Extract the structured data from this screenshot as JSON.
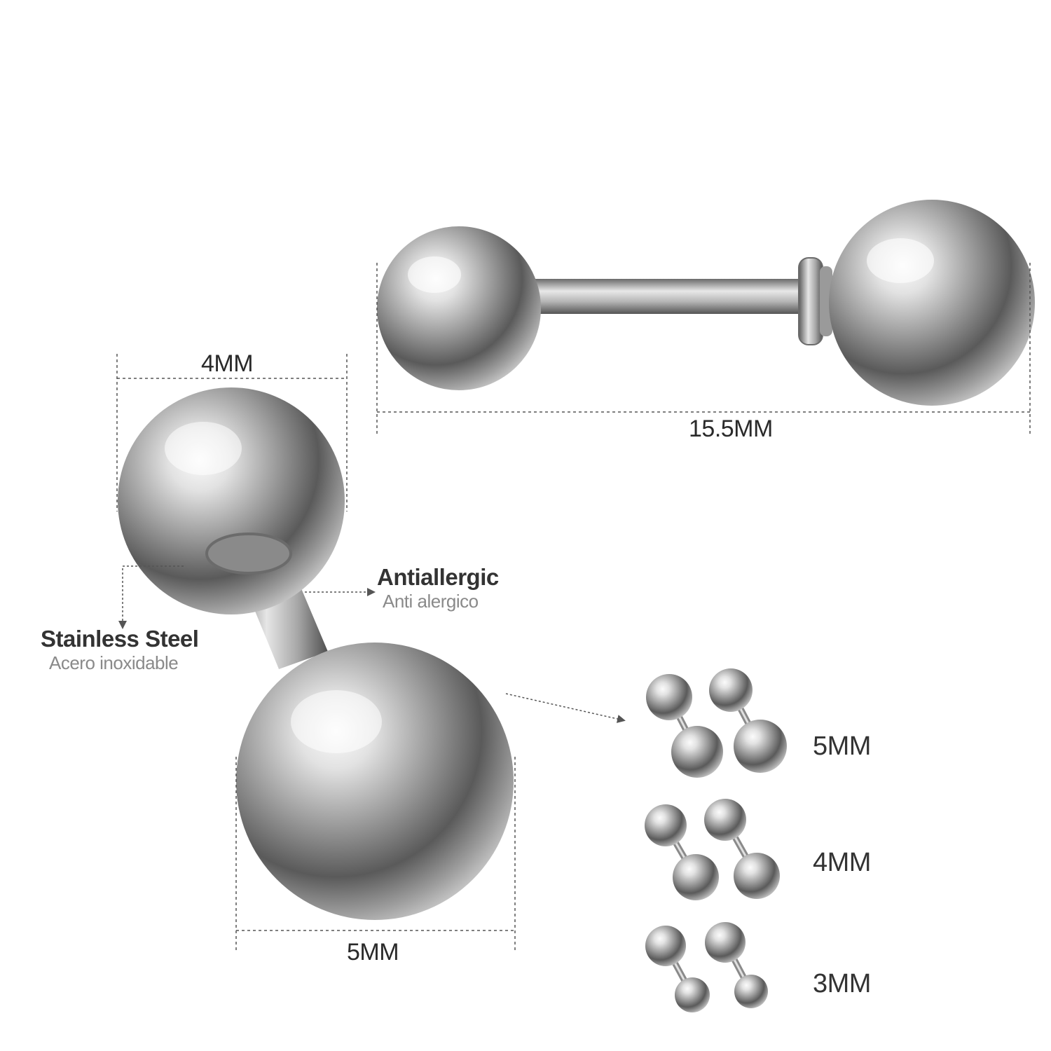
{
  "dimensions": {
    "top_ball_width": "4MM",
    "total_length": "15.5MM",
    "bottom_ball_width": "5MM"
  },
  "features": {
    "antiallergic": {
      "title": "Antiallergic",
      "subtitle": "Anti alergico"
    },
    "material": {
      "title": "Stainless Steel",
      "subtitle": "Acero inoxidable"
    }
  },
  "size_options": [
    "5MM",
    "4MM",
    "3MM"
  ],
  "colors": {
    "metal_light": "#f4f4f4",
    "metal_mid": "#9a9a9a",
    "metal_dark": "#3c3c3c",
    "guide_line": "#555555"
  }
}
